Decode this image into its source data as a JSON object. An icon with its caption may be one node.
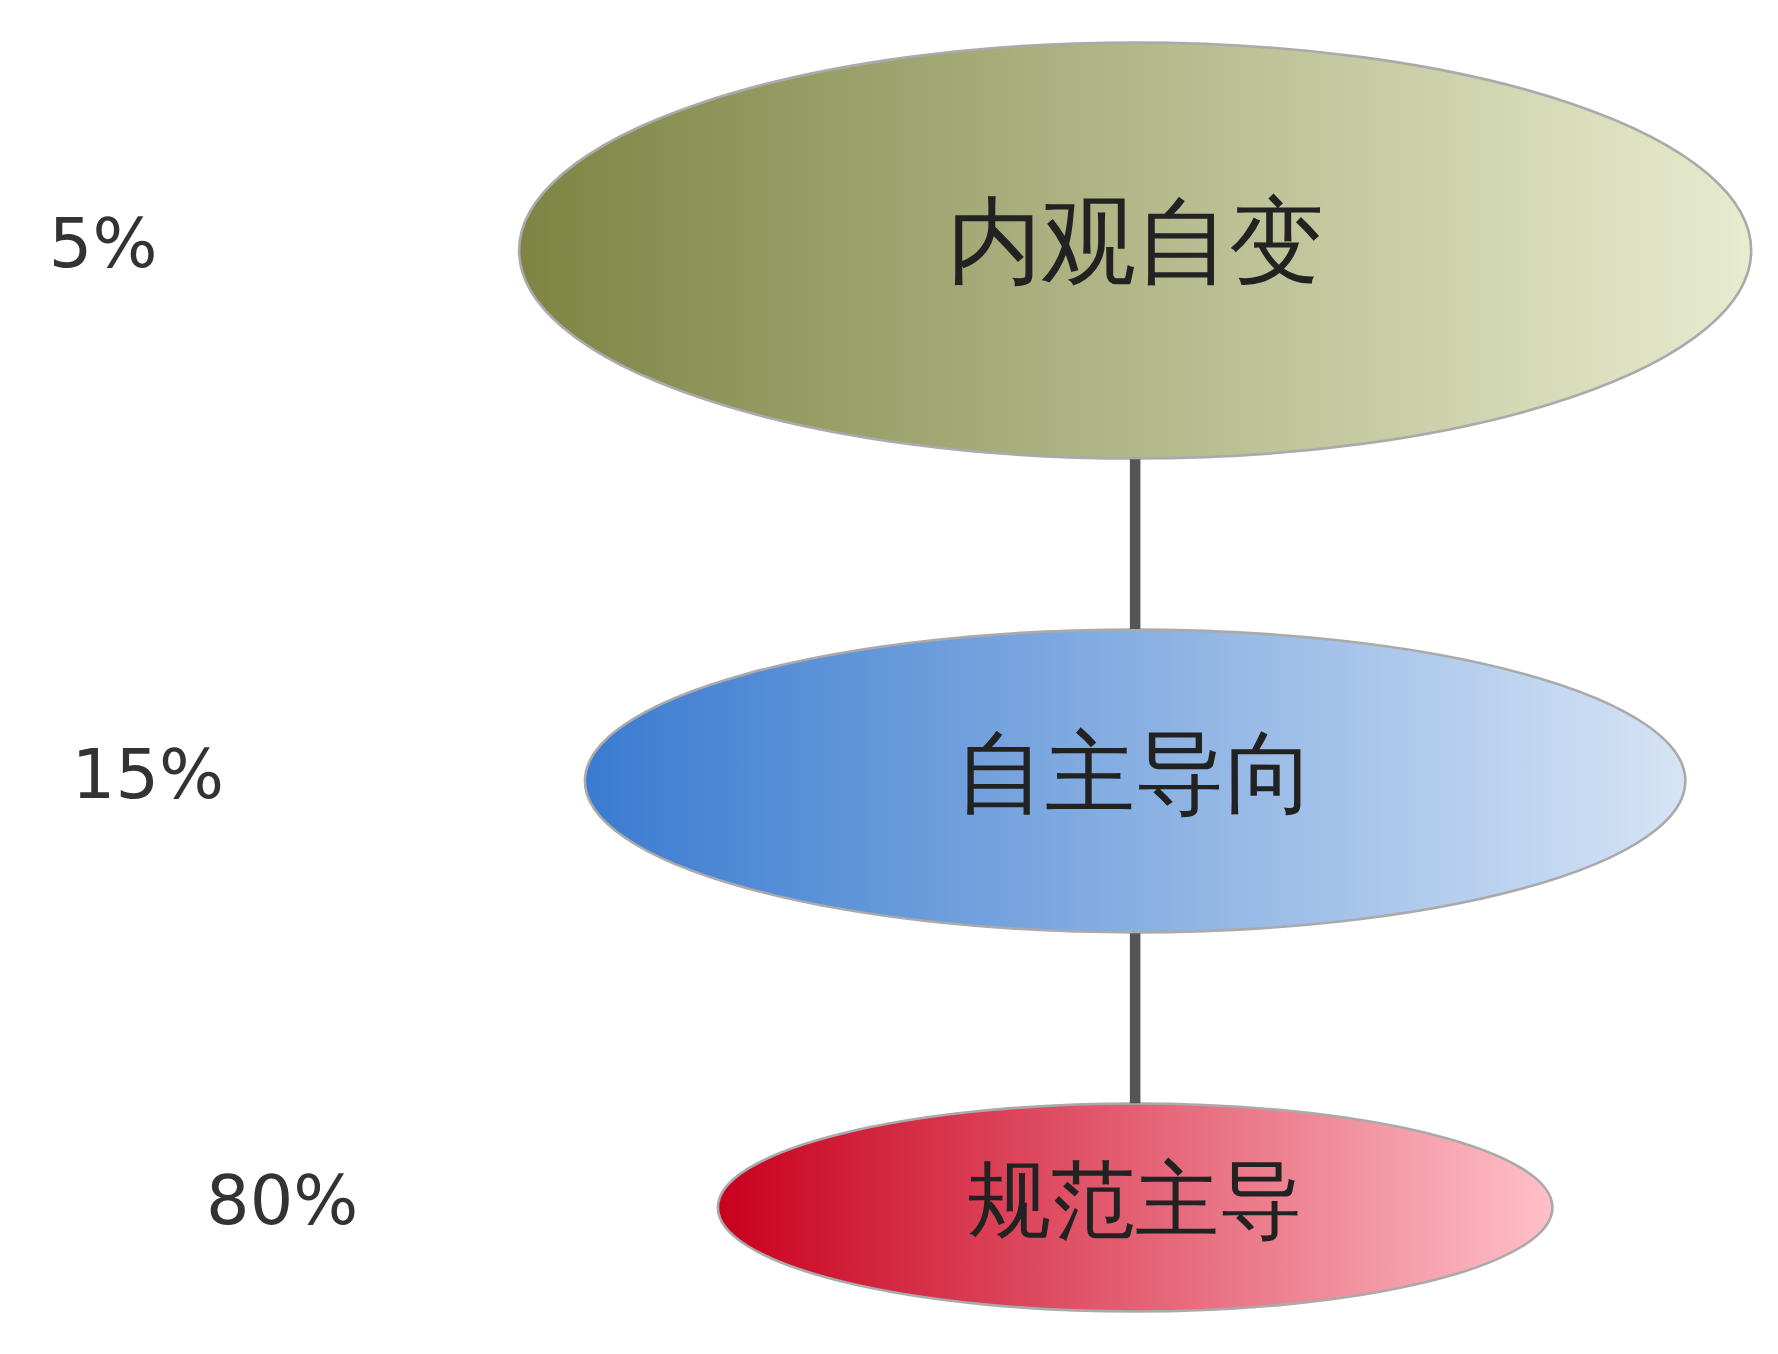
{
  "diagram": {
    "nodes": [
      {
        "text": [
          "内观自变"
        ]
      },
      {
        "text": [
          "自主导向"
        ]
      },
      {
        "text": [
          "规范主导"
        ]
      }
    ],
    "edges": [
      {
        "from": 0,
        "to": 1,
        "arrow": "none"
      },
      {
        "from": 1,
        "to": 2,
        "arrow": "none"
      }
    ],
    "labels": [
      "5%",
      "15%",
      "80%"
    ]
  }
}
